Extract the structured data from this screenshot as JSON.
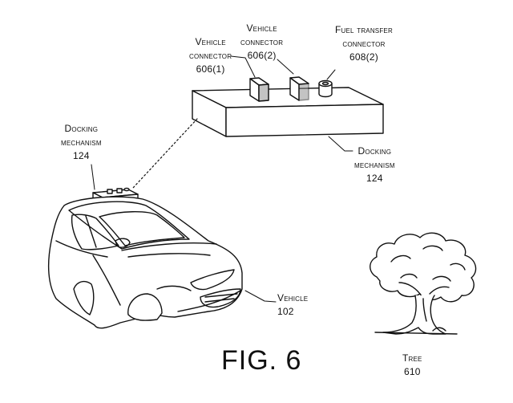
{
  "labels": {
    "vc1": {
      "line1": "Vehicle",
      "line2": "connector",
      "ref": "606(1)"
    },
    "vc2": {
      "line1": "Vehicle",
      "line2": "connector",
      "ref": "606(2)"
    },
    "ftc": {
      "line1": "Fuel transfer",
      "line2": "connector",
      "ref": "608(2)"
    },
    "dm_big": {
      "line1": "Docking",
      "line2": "mechanism",
      "ref": "124"
    },
    "dm_small": {
      "line1": "Docking",
      "line2": "mechanism",
      "ref": "124"
    },
    "vehicle": {
      "line1": "Vehicle",
      "ref": "102"
    },
    "tree": {
      "line1": "Tree",
      "ref": "610"
    }
  },
  "figure_title": "FIG. 6"
}
